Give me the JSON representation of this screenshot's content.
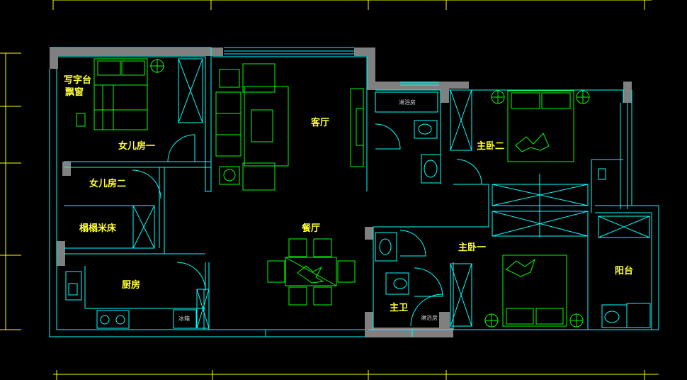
{
  "rooms": {
    "writing_desk": "写字台",
    "bay_window": "飘窗",
    "daughter_room_1": "女儿房一",
    "daughter_room_2": "女儿房二",
    "tatami_bed": "榻榻米床",
    "kitchen": "厨房",
    "living_room": "客厅",
    "dining_room": "餐厅",
    "master_bedroom_1": "主卧一",
    "master_bedroom_2": "主卧二",
    "master_bath": "主卫",
    "balcony": "阳台"
  },
  "small_labels": {
    "shower_room_top": "淋浴房",
    "shower_room_bottom": "淋浴房",
    "fridge": "冰箱"
  },
  "colors": {
    "background": "#000000",
    "wall_fill": "#808080",
    "wall_line": "#00ffff",
    "furniture": "#00ff00",
    "label": "#ffff33",
    "dimension": "#ffff00"
  }
}
